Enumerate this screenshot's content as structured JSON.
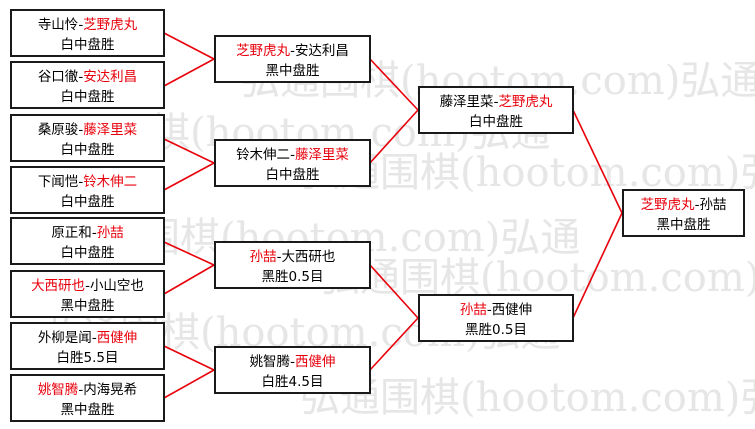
{
  "watermark": "弘通围棋(hootom.com)弘通",
  "matches": {
    "r1_1": {
      "a": "寺山怜",
      "b": "芝野虎丸",
      "winner": "b",
      "result": "白中盘胜"
    },
    "r1_2": {
      "a": "谷口徹",
      "b": "安达利昌",
      "winner": "b",
      "result": "白中盘胜"
    },
    "r1_3": {
      "a": "桑原骏",
      "b": "藤泽里菜",
      "winner": "b",
      "result": "白中盘胜"
    },
    "r1_4": {
      "a": "下闻恺",
      "b": "铃木伸二",
      "winner": "b",
      "result": "白中盘胜"
    },
    "r1_5": {
      "a": "原正和",
      "b": "孙喆",
      "winner": "b",
      "result": "白中盘胜"
    },
    "r1_6": {
      "a": "大西研也",
      "b": "小山空也",
      "winner": "a",
      "result": "黑中盘胜"
    },
    "r1_7": {
      "a": "外柳是闻",
      "b": "西健伸",
      "winner": "b",
      "result": "白胜5.5目"
    },
    "r1_8": {
      "a": "姚智腾",
      "b": "内海晃希",
      "winner": "a",
      "result": "黑中盘胜"
    },
    "r2_1": {
      "a": "芝野虎丸",
      "b": "安达利昌",
      "winner": "a",
      "result": "黑中盘胜"
    },
    "r2_2": {
      "a": "铃木伸二",
      "b": "藤泽里菜",
      "winner": "b",
      "result": "白中盘胜"
    },
    "r2_3": {
      "a": "孙喆",
      "b": "大西研也",
      "winner": "a",
      "result": "黑胜0.5目"
    },
    "r2_4": {
      "a": "姚智腾",
      "b": "西健伸",
      "winner": "b",
      "result": "白胜4.5目"
    },
    "r3_1": {
      "a": "藤泽里菜",
      "b": "芝野虎丸",
      "winner": "b",
      "result": "白中盘胜"
    },
    "r3_2": {
      "a": "孙喆",
      "b": "西健伸",
      "winner": "a",
      "result": "黑胜0.5目"
    },
    "final": {
      "a": "芝野虎丸",
      "b": "孙喆",
      "winner": "a",
      "result": "黑中盘胜"
    }
  },
  "colors": {
    "winner": "#e8000b",
    "connector": "#e8000b",
    "border": "#1a1a1a",
    "text": "#000000",
    "watermark": "#e6e6e6"
  }
}
